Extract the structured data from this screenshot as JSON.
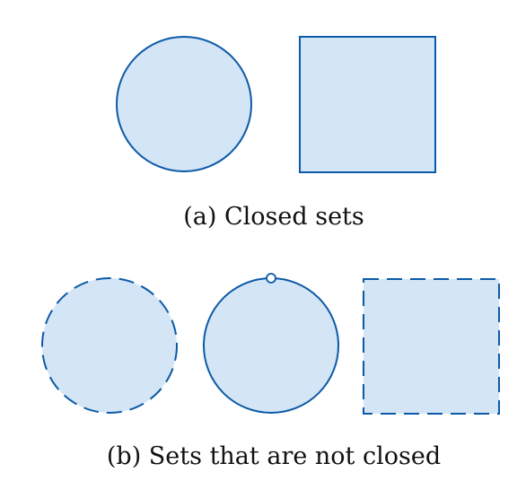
{
  "captions": {
    "a": "(a) Closed sets",
    "b": "(b) Sets that are not closed"
  },
  "colors": {
    "fill": "#d4e5f6",
    "stroke": "#0b5aa8"
  },
  "shapes": {
    "closed_circle": "solid boundary circle",
    "closed_square": "solid boundary square",
    "open_circle": "dashed boundary circle",
    "punctured_circle": "circle with one boundary point removed (hollow dot)",
    "open_square": "dashed boundary square"
  }
}
